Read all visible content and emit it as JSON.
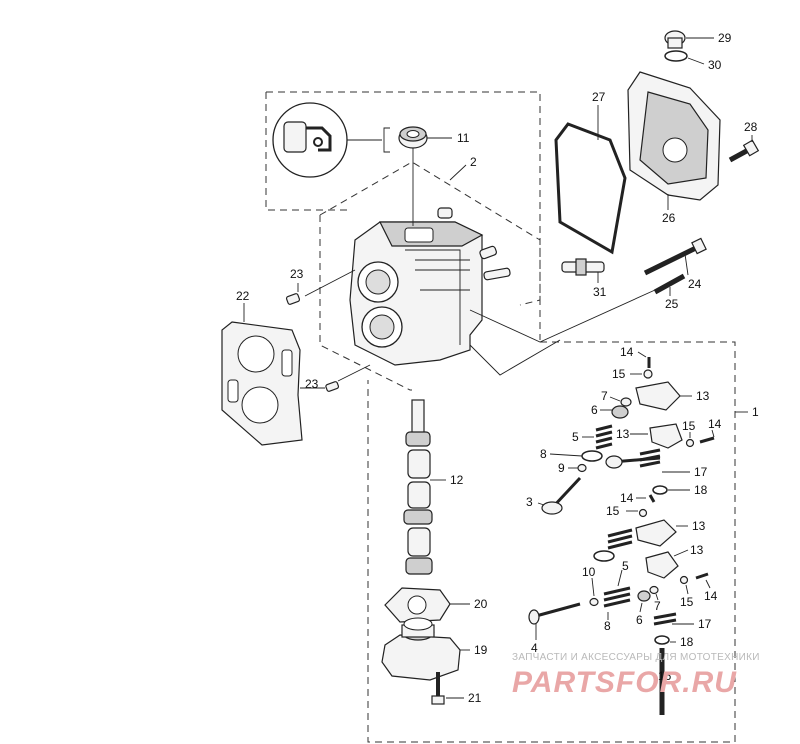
{
  "callouts": {
    "c1": "1",
    "c2": "2",
    "c3": "3",
    "c4": "4",
    "c5a": "5",
    "c5b": "5",
    "c6a": "6",
    "c6b": "6",
    "c7a": "7",
    "c7b": "7",
    "c8a": "8",
    "c8b": "8",
    "c9": "9",
    "c10": "10",
    "c11": "11",
    "c12": "12",
    "c13a": "13",
    "c13b": "13",
    "c13c": "13",
    "c13d": "13",
    "c14a": "14",
    "c14b": "14",
    "c14c": "14",
    "c14d": "14",
    "c15a": "15",
    "c15b": "15",
    "c15c": "15",
    "c15d": "15",
    "c16": "16",
    "c17a": "17",
    "c17b": "17",
    "c18a": "18",
    "c18b": "18",
    "c19": "19",
    "c20": "20",
    "c21": "21",
    "c22": "22",
    "c23a": "23",
    "c23b": "23",
    "c24": "24",
    "c25": "25",
    "c26": "26",
    "c27": "27",
    "c28": "28",
    "c29": "29",
    "c30": "30",
    "c31": "31"
  },
  "watermark": {
    "line1": "ЗАПЧАСТИ И АКСЕССУАРЫ ДЛЯ МОТОТЕХНИКИ",
    "line2": "PARTSFOR.RU"
  },
  "colors": {
    "ink": "#222222",
    "watermark_text": "#b9b9b9",
    "watermark_logo": "#e9a7a7"
  }
}
